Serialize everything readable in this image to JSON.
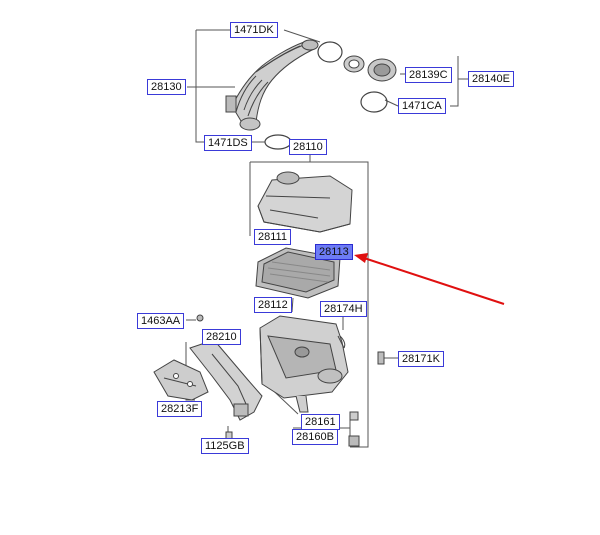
{
  "diagram": {
    "labels": {
      "l_1471DK": "1471DK",
      "l_28130": "28130",
      "l_28139C": "28139C",
      "l_28140E": "28140E",
      "l_1471CA": "1471CA",
      "l_1471DS": "1471DS",
      "l_28110": "28110",
      "l_28111": "28111",
      "l_28113": "28113",
      "l_28112": "28112",
      "l_28174H": "28174H",
      "l_1463AA": "1463AA",
      "l_28210": "28210",
      "l_28171K": "28171K",
      "l_28213F": "28213F",
      "l_28161": "28161",
      "l_28160B": "28160B",
      "l_1125GB": "1125GB"
    },
    "highlighted_part": "28113",
    "colors": {
      "label_border": "#3a3ad8",
      "highlight_fill": "#6d7cf5",
      "pointer_arrow": "#e01010",
      "leader_line": "#555555",
      "part_outline": "#444444"
    }
  }
}
